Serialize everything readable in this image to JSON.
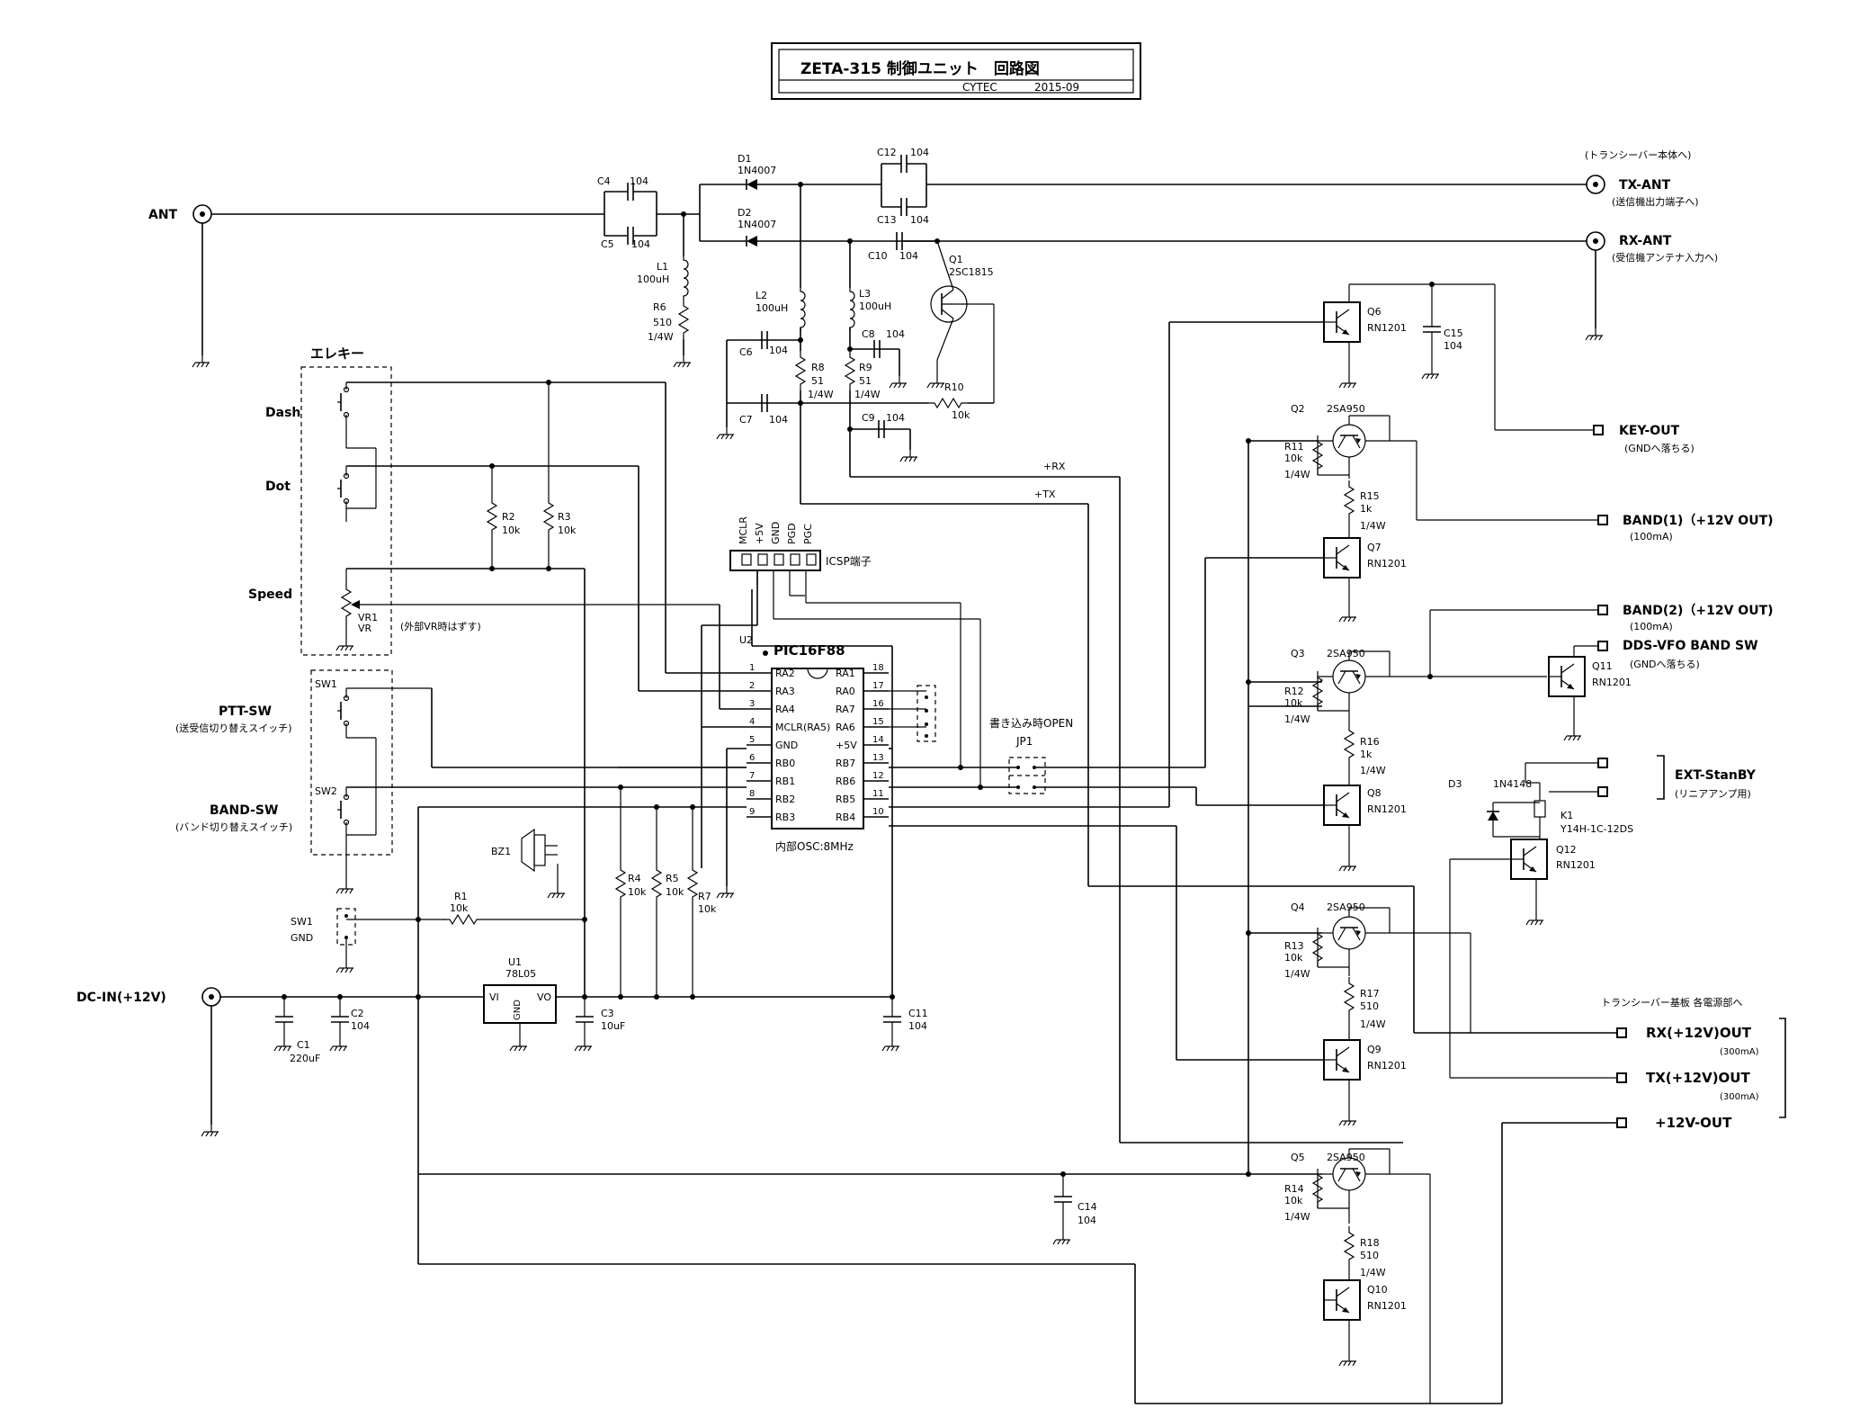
{
  "title": {
    "main": "ZETA-315 制御ユニット　回路図",
    "company": "CYTEC",
    "date": "2015-09"
  },
  "connectors": {
    "ant": "ANT",
    "dc_in": "DC-IN(+12V)",
    "tx_ant": "TX-ANT",
    "tx_ant_note": "(送信機出力端子へ)",
    "rx_ant": "RX-ANT",
    "rx_ant_note": "(受信機アンテナ入力へ)",
    "to_transceiver": "(トランシーバー本体へ)",
    "key_out": "KEY-OUT",
    "key_out_note": "(GNDへ落ちる)",
    "band1": "BAND(1)（+12V OUT)",
    "band1_current": "(100mA)",
    "band2": "BAND(2)（+12V OUT)",
    "band2_current": "(100mA)",
    "dds": "DDS-VFO BAND SW",
    "dds_note": "(GNDへ落ちる)",
    "ext": "EXT-StanBY",
    "ext_note": "(リニアアンプ用)",
    "power_heading": "トランシーバー基板 各電源部へ",
    "rx_out": "RX(+12V)OUT",
    "rx_out_current": "(300mA)",
    "tx_out": "TX(+12V)OUT",
    "tx_out_current": "(300mA)",
    "v12_out": "+12V-OUT"
  },
  "key_section": {
    "heading": "エレキー",
    "dash": "Dash",
    "dot": "Dot",
    "speed": "Speed",
    "vr1": "VR1",
    "vr": "VR",
    "vr_note": "(外部VR時はずす)"
  },
  "switches": {
    "sw1": "SW1",
    "sw2": "SW2",
    "ptt": "PTT-SW",
    "ptt_note": "(送受信切り替えスイッチ)",
    "band": "BAND-SW",
    "band_note": "(バンド切り替えスイッチ)",
    "sw1_lower": "SW1",
    "gnd": "GND"
  },
  "mcu": {
    "ref": "U2",
    "part": "PIC16F88",
    "osc": "内部OSC:8MHz",
    "left_pins": [
      {
        "num": "1",
        "name": "RA2"
      },
      {
        "num": "2",
        "name": "RA3"
      },
      {
        "num": "3",
        "name": "RA4"
      },
      {
        "num": "4",
        "name": "MCLR(RA5)"
      },
      {
        "num": "5",
        "name": "GND"
      },
      {
        "num": "6",
        "name": "RB0"
      },
      {
        "num": "7",
        "name": "RB1"
      },
      {
        "num": "8",
        "name": "RB2"
      },
      {
        "num": "9",
        "name": "RB3"
      }
    ],
    "right_pins": [
      {
        "num": "18",
        "name": "RA1"
      },
      {
        "num": "17",
        "name": "RA0"
      },
      {
        "num": "16",
        "name": "RA7"
      },
      {
        "num": "15",
        "name": "RA6"
      },
      {
        "num": "14",
        "name": "+5V"
      },
      {
        "num": "13",
        "name": "RB7"
      },
      {
        "num": "12",
        "name": "RB6"
      },
      {
        "num": "11",
        "name": "RB5"
      },
      {
        "num": "10",
        "name": "RB4"
      }
    ]
  },
  "icsp": {
    "label": "ICSP端子",
    "pins": [
      "MCLR",
      "+5V",
      "GND",
      "PGD",
      "PGC"
    ]
  },
  "jp1": {
    "ref": "JP1",
    "note": "書き込み時OPEN"
  },
  "components": {
    "c4": "C4",
    "c4_val": "104",
    "c5": "C5",
    "c5_val": "104",
    "d1": "D1",
    "d1_part": "1N4007",
    "d2": "D2",
    "d2_part": "1N4007",
    "c12": "C12",
    "c12_val": "104",
    "c13": "C13",
    "c13_val": "104",
    "c10": "C10",
    "c10_val": "104",
    "q1": "Q1",
    "q1_part": "2SC1815",
    "l1": "L1",
    "l1_val": "100uH",
    "r6": "R6",
    "r6_val": "510",
    "r6_watt": "1/4W",
    "l2": "L2",
    "l2_val": "100uH",
    "l3": "L3",
    "l3_val": "100uH",
    "c6": "C6",
    "c6_val": "104",
    "c7": "C7",
    "c7_val": "104",
    "c8": "C8",
    "c8_val": "104",
    "c9": "C9",
    "c9_val": "104",
    "r8": "R8",
    "r8_val": "51",
    "r8_watt": "1/4W",
    "r9": "R9",
    "r9_val": "51",
    "r9_watt": "1/4W",
    "r10": "R10",
    "r10_val": "10k",
    "rx_net": "+RX",
    "tx_net": "+TX",
    "r2": "R2",
    "r2_val": "10k",
    "r3": "R3",
    "r3_val": "10k",
    "r4": "R4",
    "r4_val": "10k",
    "r5": "R5",
    "r5_val": "10k",
    "r7": "R7",
    "r7_val": "10k",
    "r1": "R1",
    "r1_val": "10k",
    "bz1": "BZ1",
    "u1": "U1",
    "u1_part": "78L05",
    "vi": "VI",
    "vo": "VO",
    "u1_gnd": "GND",
    "c1": "C1",
    "c1_val": "220uF",
    "c2": "C2",
    "c2_val": "104",
    "c3": "C3",
    "c3_val": "10uF",
    "c11": "C11",
    "c11_val": "104",
    "c14": "C14",
    "c14_val": "104",
    "c15": "C15",
    "c15_val": "104",
    "q6": "Q6",
    "q6_part": "RN1201",
    "q2": "Q2",
    "q2_part": "2SA950",
    "r11": "R11",
    "r11_val": "10k",
    "r11_watt": "1/4W",
    "r15": "R15",
    "r15_val": "1k",
    "r15_watt": "1/4W",
    "q7": "Q7",
    "q7_part": "RN1201",
    "q3": "Q3",
    "q3_part": "2SA950",
    "r12": "R12",
    "r12_val": "10k",
    "r12_watt": "1/4W",
    "q11": "Q11",
    "q11_part": "RN1201",
    "r16": "R16",
    "r16_val": "1k",
    "r16_watt": "1/4W",
    "q8": "Q8",
    "q8_part": "RN1201",
    "d3": "D3",
    "d3_part": "1N4148",
    "k1": "K1",
    "k1_part": "Y14H-1C-12DS",
    "q12": "Q12",
    "q12_part": "RN1201",
    "q4": "Q4",
    "q4_part": "2SA950",
    "r13": "R13",
    "r13_val": "10k",
    "r13_watt": "1/4W",
    "r17": "R17",
    "r17_val": "510",
    "r17_watt": "1/4W",
    "q9": "Q9",
    "q9_part": "RN1201",
    "q5": "Q5",
    "q5_part": "2SA950",
    "r14": "R14",
    "r14_val": "10k",
    "r14_watt": "1/4W",
    "r18": "R18",
    "r18_val": "510",
    "r18_watt": "1/4W",
    "q10": "Q10",
    "q10_part": "RN1201"
  }
}
